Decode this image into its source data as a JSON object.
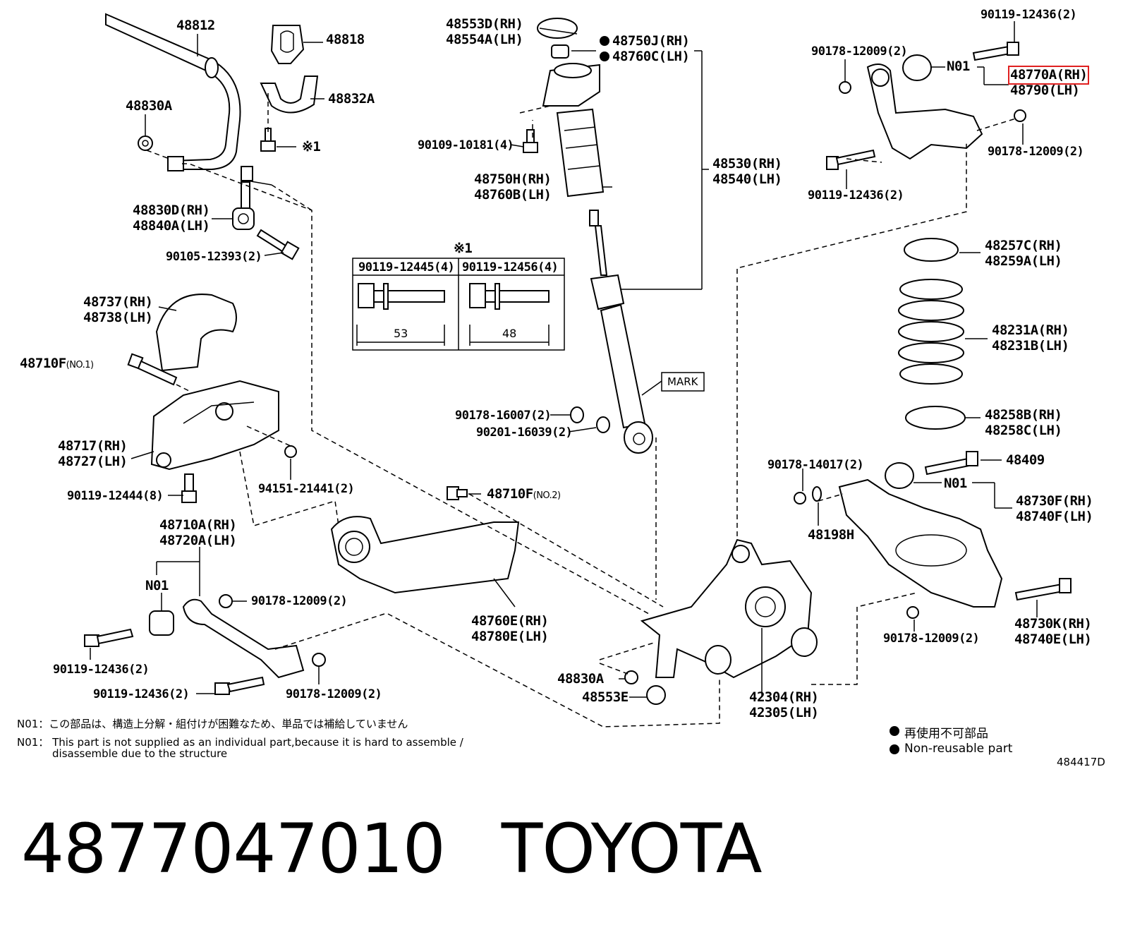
{
  "labels": {
    "p48812": "48812",
    "p48818": "48818",
    "p48832A": "48832A",
    "p48830A_top": "48830A",
    "ref1_top": "※1",
    "p48830D_rh": "48830D(RH)",
    "p48840A_lh": "48840A(LH)",
    "p90105": "90105-12393(2)",
    "p48737_rh": "48737(RH)",
    "p48738_lh": "48738(LH)",
    "p48710F_no1": "48710F",
    "no1": "(NO.1)",
    "p48717_rh": "48717(RH)",
    "p48727_lh": "48727(LH)",
    "p94151": "94151-21441(2)",
    "p90119_12444": "90119-12444(8)",
    "p48710A_rh": "48710A(RH)",
    "p48720A_lh": "48720A(LH)",
    "n01_left": "N01",
    "p90178_left": "90178-12009(2)",
    "p90119_left1": "90119-12436(2)",
    "p90119_left2": "90119-12436(2)",
    "p90178_left2": "90178-12009(2)",
    "p48553D_rh": "48553D(RH)",
    "p48554A_lh": "48554A(LH)",
    "p48750J_rh": "48750J(RH)",
    "p48760C_lh": "48760C(LH)",
    "p90109": "90109-10181(4)",
    "p48750H_rh": "48750H(RH)",
    "p48760B_lh": "48760B(LH)",
    "p48530_rh": "48530(RH)",
    "p48540_lh": "48540(LH)",
    "ref1_table": "※1",
    "bolt_a": "90119-12445(4)",
    "bolt_b": "90119-12456(4)",
    "bolt_a_len": "53",
    "bolt_b_len": "48",
    "mark": "MARK",
    "p90178_16007": "90178-16007(2)",
    "p90201": "90201-16039(2)",
    "p48710F_no2": "48710F",
    "no2": "(NO.2)",
    "p48760E_rh": "48760E(RH)",
    "p48780E_lh": "48780E(LH)",
    "p48830A_bot": "48830A",
    "p48553E": "48553E",
    "p42304_rh": "42304(RH)",
    "p42305_lh": "42305(LH)",
    "p90119_tr": "90119-12436(2)",
    "p90178_tr1": "90178-12009(2)",
    "n01_tr": "N01",
    "p48770A_rh": "48770A(RH)",
    "p48790_lh": "48790(LH)",
    "p90178_tr2": "90178-12009(2)",
    "p90119_tr2": "90119-12436(2)",
    "p48257C_rh": "48257C(RH)",
    "p48259A_lh": "48259A(LH)",
    "p48231A_rh": "48231A(RH)",
    "p48231B_lh": "48231B(LH)",
    "p48258B_rh": "48258B(RH)",
    "p48258C_lh": "48258C(LH)",
    "p90178_14017": "90178-14017(2)",
    "p48409": "48409",
    "n01_br": "N01",
    "p48730F_rh": "48730F(RH)",
    "p48740F_lh": "48740F(LH)",
    "p48198H": "48198H",
    "p90178_br": "90178-12009(2)",
    "p48730K_rh": "48730K(RH)",
    "p48740E_lh": "48740E(LH)"
  },
  "notes": {
    "n01_jp": "N01：この部品は、構造上分解・組付けが困難なため、単品では補給していません",
    "n01_en_1": "N01： This part is not supplied as an individual part,because it is hard to assemble /",
    "n01_en_2": "disassemble due to the structure"
  },
  "legend": {
    "jp": "再使用不可部品",
    "en": "Non-reusable part"
  },
  "diagram_id": "484417D",
  "caption": {
    "part_number": "4877047010",
    "brand": "TOYOTA"
  },
  "colors": {
    "highlight": "#e02020",
    "ink": "#000000"
  }
}
